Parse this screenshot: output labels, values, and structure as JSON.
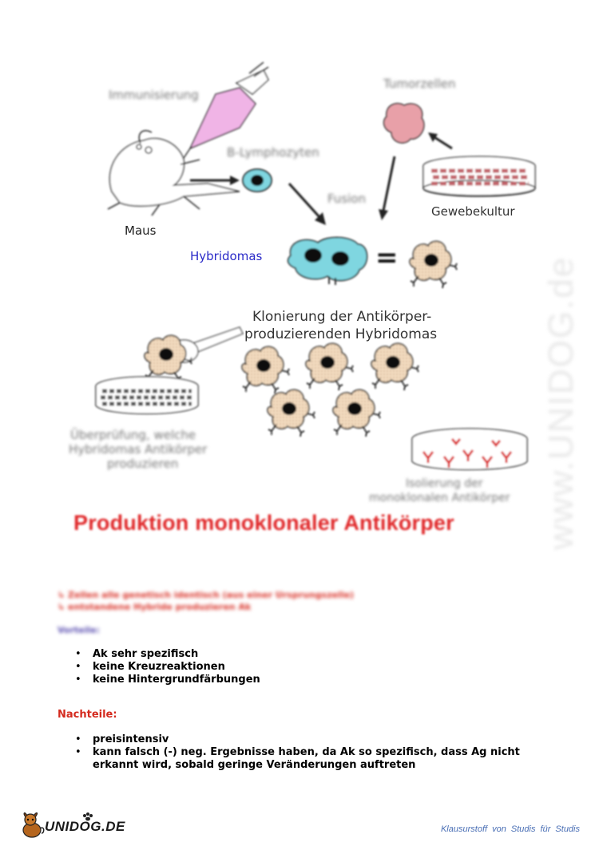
{
  "diagram": {
    "immunisierung": "Immunisierung",
    "tumorzellen": "Tumorzellen",
    "b_lymphozyten": "B-Lymphozyten",
    "fusion": "Fusion",
    "gewebekultur": "Gewebekultur",
    "maus": "Maus",
    "hybridomas": "Hybridomas",
    "equals": "=",
    "klonierung_line1": "Klonierung der Antikörper-",
    "klonierung_line2": "produzierenden Hybridomas",
    "ueberpruefung_line1": "Überprüfung, welche",
    "ueberpruefung_line2": "Hybridomas Antikörper",
    "ueberpruefung_line3": "produzieren",
    "isolierung_line1": "Isolierung der",
    "isolierung_line2": "monoklonalen Antikörper"
  },
  "title": "Produktion monoklonaler Antikörper",
  "notes": [
    "↳ Zellen alle genetisch identisch (aus einer Ursprungszelle)",
    "↳ entstandene Hybride produzieren Ak"
  ],
  "vorteile": {
    "label": "Vorteile:",
    "items": [
      "Ak sehr spezifisch",
      "keine Kreuzreaktionen",
      "keine Hintergrundfärbungen"
    ]
  },
  "nachteile": {
    "label": "Nachteile:",
    "items": [
      "preisintensiv",
      "kann falsch (-) neg. Ergebnisse haben, da Ak so spezifisch, dass Ag nicht erkannt wird, sobald geringe Veränderungen auftreten"
    ]
  },
  "bullet": "•",
  "watermark": "www.UNIDOG.de",
  "footer": {
    "logo_text": "UNIDOG.DE",
    "tagline": "Klausurstoff von Studis für Studis"
  },
  "colors": {
    "title": "#e0282a",
    "vorteile_label": "#5b4fb0",
    "nachteile_label": "#d42a1e",
    "hybridomas_label": "#2a2ac8",
    "b_cell": "#7fd6e0",
    "tumor": "#e8a0a8",
    "syringe": "#f0b4e6"
  }
}
